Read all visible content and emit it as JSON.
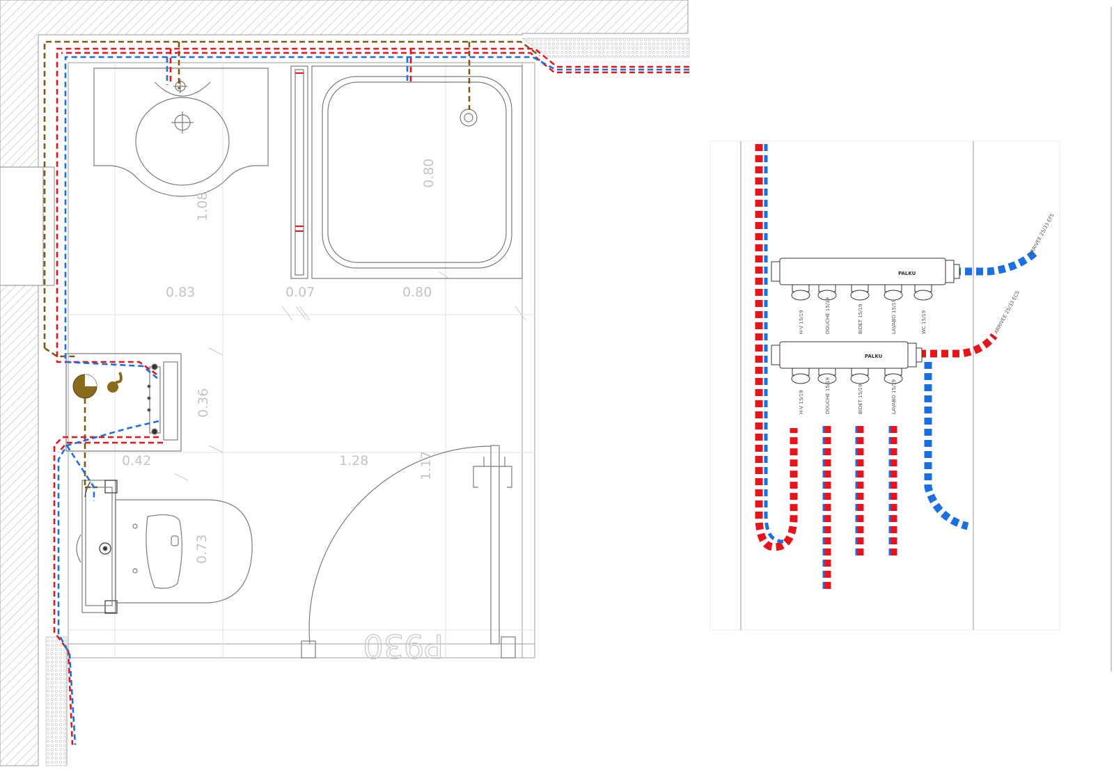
{
  "plan": {
    "room_code": "P930",
    "dimensions": {
      "sink_zone_width": "0.83",
      "partition": "0.07",
      "shower_width": "0.80",
      "shower_depth": "0.80",
      "sink_zone_depth": "1.08",
      "boxing_height": "0.36",
      "boxing_width": "0.42",
      "open_area_width": "1.28",
      "door_leaf": "1.17",
      "wc_depth": "0.73"
    }
  },
  "manifold": {
    "brand": "PALKU",
    "upper_outlets": [
      "H-V 15/19",
      "DOUCHE 15/19",
      "BIDET 15/19",
      "LAVABO 15/19",
      "WC 15/19"
    ],
    "lower_outlets": [
      "H-V 15/19",
      "DOUCHE 15/19",
      "BIDET 15/19",
      "LAVABO 15/19"
    ],
    "supply_cold": "ARRIVEE 25/33 EFS",
    "supply_hot": "ARRIVEE 25/33 ECS"
  },
  "colors": {
    "hot_water": "#e8141c",
    "cold_water": "#1b6fe0",
    "drain": "#7a5a16",
    "wall_hatch": "#c2c2c2",
    "fixture_line": "#777777"
  }
}
